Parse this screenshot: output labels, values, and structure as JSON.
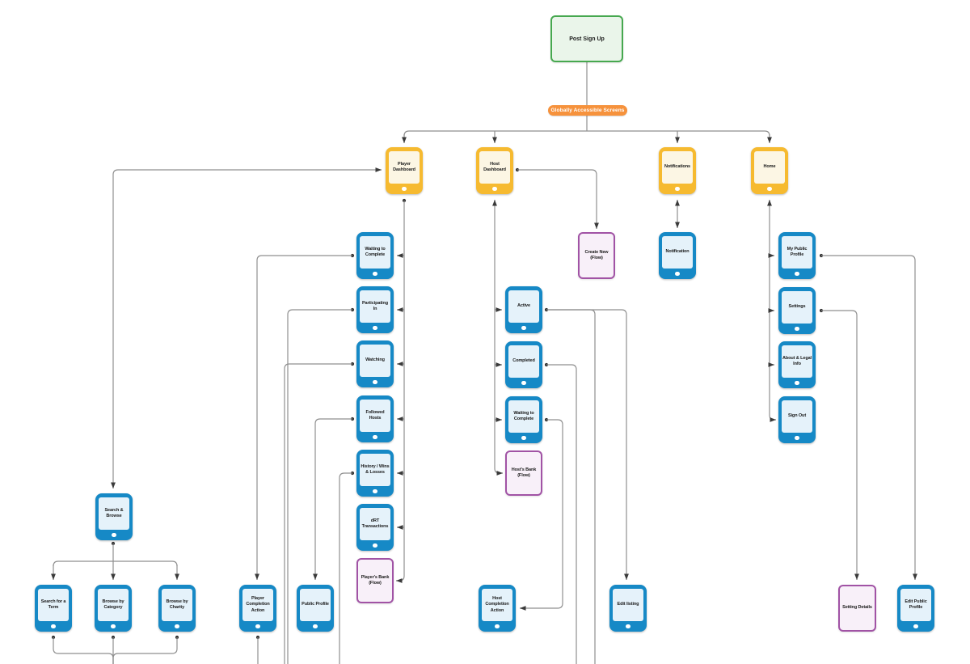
{
  "title": "Post Sign Up screen flow",
  "colors": {
    "screen_yellow": "#F6BA30",
    "screen_blue": "#1689C6",
    "screen_fill_yellow": "#FCF6E4",
    "screen_fill_blue": "#E5F2FA",
    "flow_purple_border": "#A153A5",
    "flow_purple_fill": "#F8F0F9",
    "start_green_border": "#46A84F",
    "start_green_fill": "#EAF5EA",
    "pill_orange": "#F6923C",
    "connector_gray": "#8f8f8f",
    "arrow_dark": "#3a3a3a"
  },
  "nodes": {
    "postSignUp": {
      "label": "Post Sign Up",
      "type": "start"
    },
    "globallyAccessibleScreens": {
      "label": "Globally Accessible Screens",
      "type": "group-pill"
    },
    "playerDashboard": {
      "label": "Player Dashboard",
      "type": "screen-yellow"
    },
    "hostDashboard": {
      "label": "Host Dashboard",
      "type": "screen-yellow"
    },
    "notifications": {
      "label": "Notifications",
      "type": "screen-yellow"
    },
    "home": {
      "label": "Home",
      "type": "screen-yellow"
    },
    "waitingToComplete": {
      "label": "Waiting to Complete",
      "type": "screen-blue"
    },
    "participatingIn": {
      "label": "Participating In",
      "type": "screen-blue"
    },
    "watching": {
      "label": "Watching",
      "type": "screen-blue"
    },
    "followedHosts": {
      "label": "Followed Hosts",
      "type": "screen-blue"
    },
    "historyWinsLosses": {
      "label": "History / Wins & Losses",
      "type": "screen-blue"
    },
    "drtTransactions": {
      "label": "dRT Transactions",
      "type": "screen-blue"
    },
    "playersBankFlow": {
      "label": "Player's Bank (Flow)",
      "type": "flow-purple"
    },
    "createNewFlow": {
      "label": "Create New (Flow)",
      "type": "flow-purple"
    },
    "active": {
      "label": "Active",
      "type": "screen-blue"
    },
    "completed": {
      "label": "Completed",
      "type": "screen-blue"
    },
    "waitingToCompleteHost": {
      "label": "Waiting to Complete",
      "type": "screen-blue"
    },
    "hostsBankFlow": {
      "label": "Host's Bank (Flow)",
      "type": "flow-purple"
    },
    "notification": {
      "label": "Notification",
      "type": "screen-blue"
    },
    "myPublicProfile": {
      "label": "My Public Profile",
      "type": "screen-blue"
    },
    "settings": {
      "label": "Settings",
      "type": "screen-blue"
    },
    "aboutLegalInfo": {
      "label": "About & Legal Info",
      "type": "screen-blue"
    },
    "signOut": {
      "label": "Sign Out",
      "type": "screen-blue"
    },
    "searchBrowse": {
      "label": "Search & Browse",
      "type": "screen-blue"
    },
    "searchForATerm": {
      "label": "Search for a Term",
      "type": "screen-blue"
    },
    "browseByCategory": {
      "label": "Browse by Category",
      "type": "screen-blue"
    },
    "browseByCharity": {
      "label": "Browse by Charity",
      "type": "screen-blue"
    },
    "playerCompletionAction": {
      "label": "Player Completion Action",
      "type": "screen-blue"
    },
    "publicProfile": {
      "label": "Public Profile",
      "type": "screen-blue"
    },
    "hostCompletionAction": {
      "label": "Host Completion Action",
      "type": "screen-blue"
    },
    "editListing": {
      "label": "Edit listing",
      "type": "screen-blue"
    },
    "settingDetails": {
      "label": "Setting Details",
      "type": "flow-purple"
    },
    "editPublicProfile": {
      "label": "Edit Public Profile",
      "type": "screen-blue"
    }
  },
  "edges": [
    {
      "from": "postSignUp",
      "to": "globallyAccessibleScreens"
    },
    {
      "from": "globallyAccessibleScreens",
      "to": "playerDashboard"
    },
    {
      "from": "globallyAccessibleScreens",
      "to": "hostDashboard"
    },
    {
      "from": "globallyAccessibleScreens",
      "to": "notifications"
    },
    {
      "from": "globallyAccessibleScreens",
      "to": "home"
    },
    {
      "from": "playerDashboard",
      "to": "searchBrowse",
      "bidirectional": true
    },
    {
      "from": "playerDashboard",
      "to": "waitingToComplete"
    },
    {
      "from": "playerDashboard",
      "to": "participatingIn"
    },
    {
      "from": "playerDashboard",
      "to": "watching"
    },
    {
      "from": "playerDashboard",
      "to": "followedHosts"
    },
    {
      "from": "playerDashboard",
      "to": "historyWinsLosses"
    },
    {
      "from": "playerDashboard",
      "to": "drtTransactions"
    },
    {
      "from": "playerDashboard",
      "to": "playersBankFlow"
    },
    {
      "from": "waitingToComplete",
      "to": "playerCompletionAction"
    },
    {
      "from": "participatingIn",
      "to": "offscreen-bottom"
    },
    {
      "from": "watching",
      "to": "offscreen-bottom"
    },
    {
      "from": "followedHosts",
      "to": "publicProfile"
    },
    {
      "from": "historyWinsLosses",
      "to": "offscreen-bottom"
    },
    {
      "from": "searchBrowse",
      "to": "searchForATerm"
    },
    {
      "from": "searchBrowse",
      "to": "browseByCategory"
    },
    {
      "from": "searchBrowse",
      "to": "browseByCharity"
    },
    {
      "from": "searchForATerm",
      "to": "offscreen-bottom"
    },
    {
      "from": "browseByCategory",
      "to": "offscreen-bottom"
    },
    {
      "from": "browseByCharity",
      "to": "offscreen-bottom"
    },
    {
      "from": "playerCompletionAction",
      "to": "offscreen-bottom"
    },
    {
      "from": "hostDashboard",
      "to": "createNewFlow"
    },
    {
      "from": "hostDashboard",
      "to": "active"
    },
    {
      "from": "hostDashboard",
      "to": "completed"
    },
    {
      "from": "hostDashboard",
      "to": "waitingToCompleteHost"
    },
    {
      "from": "hostDashboard",
      "to": "hostsBankFlow"
    },
    {
      "from": "active",
      "to": "editListing"
    },
    {
      "from": "active",
      "to": "offscreen-bottom"
    },
    {
      "from": "completed",
      "to": "offscreen-bottom"
    },
    {
      "from": "waitingToCompleteHost",
      "to": "hostCompletionAction"
    },
    {
      "from": "notifications",
      "to": "notification",
      "bidirectional": true
    },
    {
      "from": "home",
      "to": "myPublicProfile"
    },
    {
      "from": "home",
      "to": "settings"
    },
    {
      "from": "home",
      "to": "aboutLegalInfo"
    },
    {
      "from": "home",
      "to": "signOut"
    },
    {
      "from": "myPublicProfile",
      "to": "editPublicProfile"
    },
    {
      "from": "settings",
      "to": "settingDetails"
    }
  ]
}
